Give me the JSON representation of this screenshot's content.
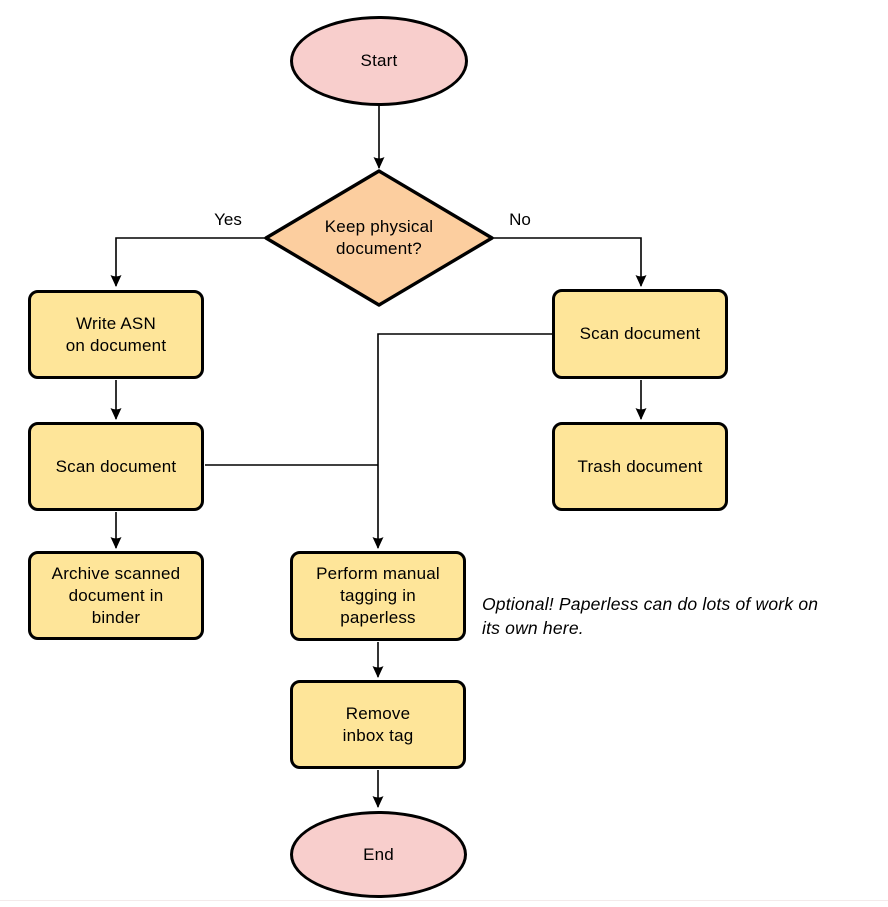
{
  "diagram": {
    "type": "flowchart",
    "colors": {
      "terminal_fill": "#f8cecc",
      "decision_fill": "#fcce9f",
      "process_fill": "#fee599",
      "stroke": "#000000"
    },
    "nodes": {
      "start": {
        "type": "terminal",
        "label": "Start"
      },
      "decision": {
        "type": "decision",
        "label": "Keep physical\ndocument?"
      },
      "write_asn": {
        "type": "process",
        "label": "Write ASN\non document"
      },
      "scan_left": {
        "type": "process",
        "label": "Scan document"
      },
      "archive": {
        "type": "process",
        "label": "Archive scanned\ndocument in\nbinder"
      },
      "scan_right": {
        "type": "process",
        "label": "Scan document"
      },
      "trash": {
        "type": "process",
        "label": "Trash document"
      },
      "tagging": {
        "type": "process",
        "label": "Perform manual\ntagging in\npaperless"
      },
      "remove_inbox": {
        "type": "process",
        "label": "Remove\ninbox tag"
      },
      "end": {
        "type": "terminal",
        "label": "End"
      }
    },
    "edges": [
      {
        "from": "start",
        "to": "decision",
        "label": ""
      },
      {
        "from": "decision",
        "to": "write_asn",
        "label": "Yes"
      },
      {
        "from": "decision",
        "to": "scan_right",
        "label": "No"
      },
      {
        "from": "write_asn",
        "to": "scan_left",
        "label": ""
      },
      {
        "from": "scan_left",
        "to": "archive",
        "label": ""
      },
      {
        "from": "scan_right",
        "to": "trash",
        "label": ""
      },
      {
        "from": "scan_left",
        "to": "tagging",
        "label": ""
      },
      {
        "from": "scan_right",
        "to": "tagging",
        "label": ""
      },
      {
        "from": "tagging",
        "to": "remove_inbox",
        "label": ""
      },
      {
        "from": "remove_inbox",
        "to": "end",
        "label": ""
      }
    ],
    "annotation": "Optional! Paperless can do lots of work on\nits own here."
  }
}
